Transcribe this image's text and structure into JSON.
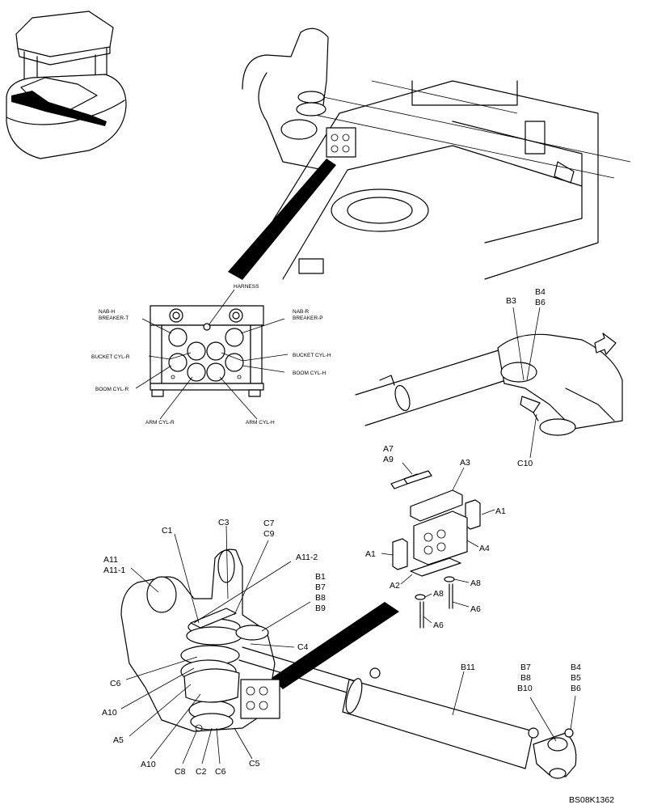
{
  "figure_id": "BS08K1362",
  "connector_labels": {
    "harness": "HARNESS",
    "nb_h_breaker_t": [
      "NAB-H",
      "BREAKER-T"
    ],
    "nb_r_breaker_p": [
      "NAB-R",
      "BREAKER-P"
    ],
    "bucket_cyl_r": "BUCKET CYL-R",
    "bucket_cyl_h": "BUCKET CYL-H",
    "boom_cyl_r": "BOOM CYL-R",
    "boom_cyl_h": "BOOM CYL-H",
    "arm_cyl_r": "ARM CYL-R",
    "arm_cyl_h": "ARM CYL-H"
  },
  "callouts": {
    "A1": "A1",
    "A2": "A2",
    "A3": "A3",
    "A4": "A4",
    "A5": "A5",
    "A6": "A6",
    "A7": "A7",
    "A8": "A8",
    "A9": "A9",
    "A10": "A10",
    "A11": "A11",
    "A11_1": "A11-1",
    "A11_2": "A11-2",
    "B1": "B1",
    "B3": "B3",
    "B4": "B4",
    "B5": "B5",
    "B6": "B6",
    "B7": "B7",
    "B8": "B8",
    "B9": "B9",
    "B10": "B10",
    "B11": "B11",
    "C1": "C1",
    "C2": "C2",
    "C3": "C3",
    "C4": "C4",
    "C5": "C5",
    "C6": "C6",
    "C7": "C7",
    "C8": "C8",
    "C9": "C9",
    "C10": "C10"
  }
}
